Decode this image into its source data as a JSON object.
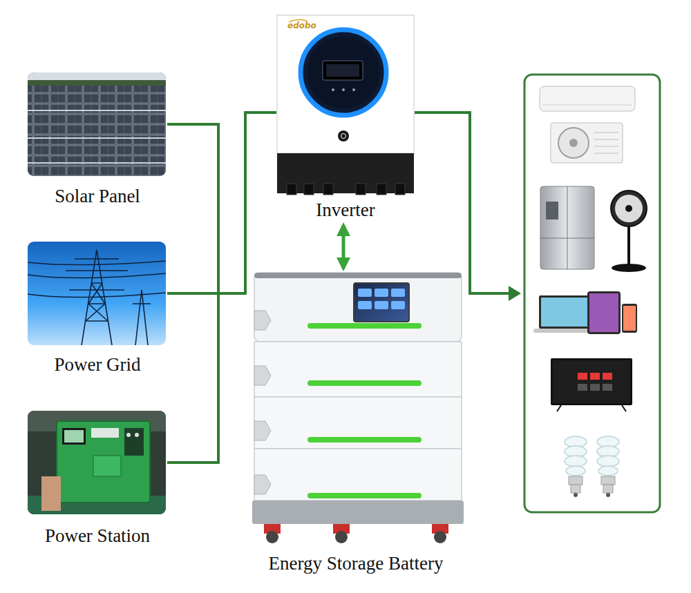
{
  "diagram": {
    "nodes": [
      {
        "text": [
          "Solar Panel"
        ]
      },
      {
        "text": [
          "Power Grid"
        ]
      },
      {
        "text": [
          "Power Station"
        ]
      },
      {
        "text": [
          "Inverter"
        ]
      },
      {
        "text": [
          "Energy Storage Battery"
        ]
      }
    ],
    "edges": [
      {
        "from": 0,
        "to": 3,
        "arrow": "none"
      },
      {
        "from": 1,
        "to": 3,
        "arrow": "none"
      },
      {
        "from": 2,
        "to": 3,
        "arrow": "none"
      },
      {
        "from": 3,
        "to": 4,
        "arrow": "both"
      }
    ],
    "labels": [
      "edobo"
    ]
  }
}
